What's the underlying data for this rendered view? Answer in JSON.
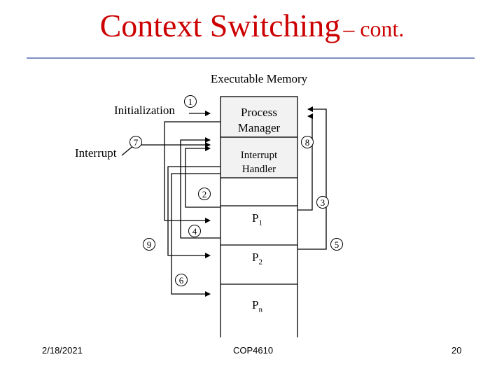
{
  "title": {
    "main": "Context Switching",
    "sub": "– cont."
  },
  "memory": {
    "heading": "Executable Memory",
    "process_manager": "Process Manager",
    "interrupt_handler": "Interrupt Handler",
    "p1_base": "P",
    "p1_sub": "1",
    "p2_base": "P",
    "p2_sub": "2",
    "pn_base": "P",
    "pn_sub": "n"
  },
  "labels": {
    "initialization": "Initialization",
    "interrupt": "Interrupt"
  },
  "steps": [
    "1",
    "2",
    "3",
    "4",
    "5",
    "6",
    "7",
    "8",
    "9"
  ],
  "footer": {
    "date": "2/18/2021",
    "course": "COP4610",
    "page": "20"
  }
}
